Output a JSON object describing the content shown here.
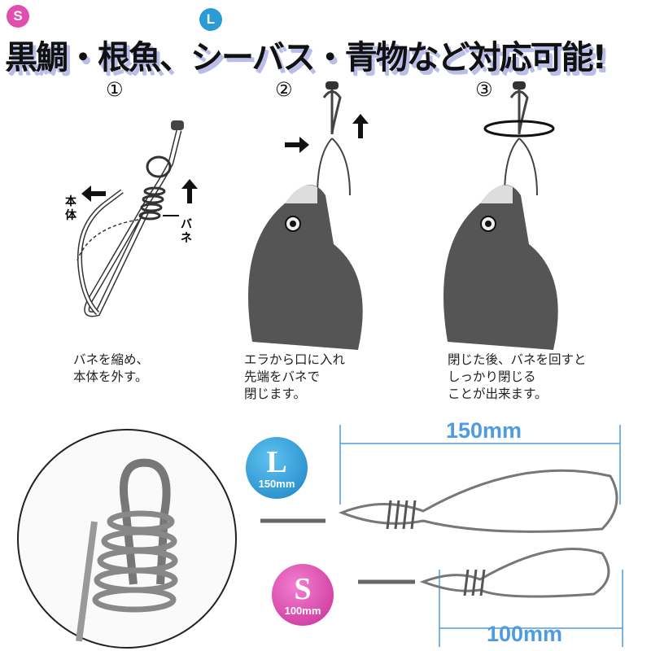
{
  "header": {
    "title": "黒鯛・根魚、シーバス・青物など対応可能!",
    "badge_s": "S",
    "badge_l": "L"
  },
  "steps": [
    {
      "number": "①",
      "caption": "バネを縮め、\n本体を外す。",
      "labels": {
        "body": "本体",
        "spring": "バネ"
      }
    },
    {
      "number": "②",
      "caption": "エラから口に入れ\n先端をバネで\n閉じます。"
    },
    {
      "number": "③",
      "caption": "閉じた後、バネを回すと\nしっかり閉じる\nことが出来ます。"
    }
  ],
  "sizes": {
    "large": {
      "letter": "L",
      "size": "150mm",
      "dimension": "150mm"
    },
    "small": {
      "letter": "S",
      "size": "100mm",
      "dimension": "100mm"
    }
  },
  "colors": {
    "pink": "#e04fae",
    "blue": "#2a9bd6",
    "dimension": "#4f9be0",
    "title_shadow": "#b9bde8"
  }
}
